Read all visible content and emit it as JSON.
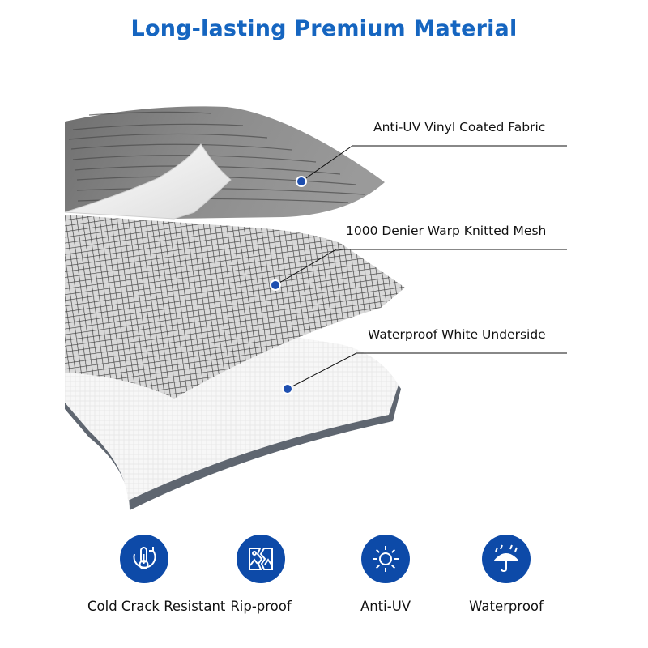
{
  "title": "Long-lasting Premium Material",
  "callouts": [
    {
      "label": "Anti-UV Vinyl Coated Fabric"
    },
    {
      "label": "1000 Denier Warp Knitted Mesh"
    },
    {
      "label": "Waterproof White Underside"
    }
  ],
  "features": [
    {
      "label": "Cold Crack Resistant",
      "icon": "thermometer-icon"
    },
    {
      "label": "Rip-proof",
      "icon": "image-tear-icon"
    },
    {
      "label": "Anti-UV",
      "icon": "sun-icon"
    },
    {
      "label": "Waterproof",
      "icon": "umbrella-rain-icon"
    }
  ],
  "colors": {
    "accent": "#1565c0",
    "icon_bg": "#0d4aa8",
    "dot": "#1e4fb0"
  }
}
